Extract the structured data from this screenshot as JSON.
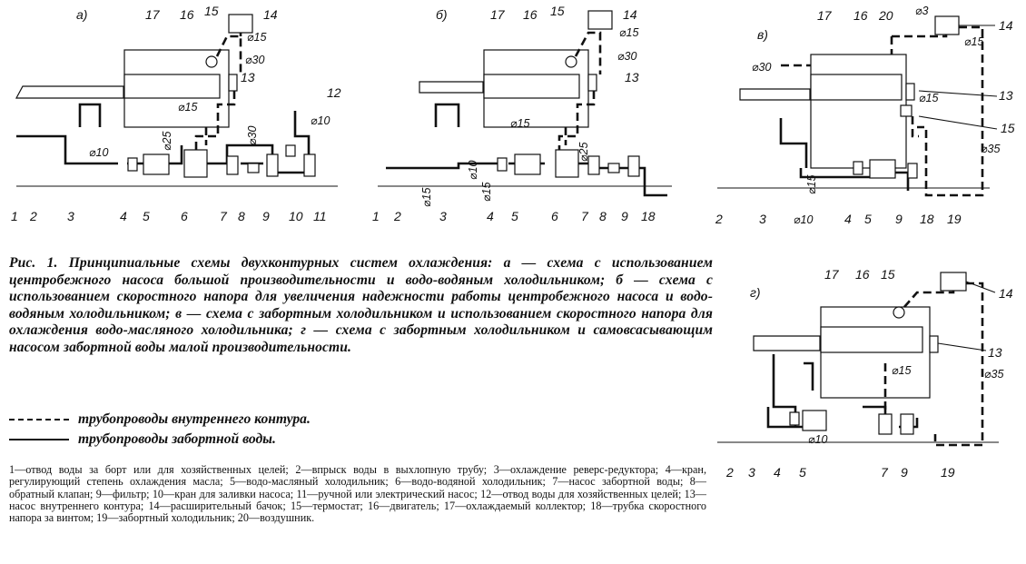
{
  "schemes": {
    "a": {
      "label": "а)",
      "numbers": [
        "1",
        "2",
        "3",
        "4",
        "5",
        "6",
        "7",
        "8",
        "9",
        "10",
        "11",
        "12",
        "13",
        "14",
        "15",
        "16",
        "17"
      ],
      "diameters": [
        "⌀15",
        "⌀30",
        "⌀15",
        "⌀25",
        "⌀10",
        "⌀30",
        "⌀10"
      ]
    },
    "b": {
      "label": "б)",
      "numbers": [
        "1",
        "2",
        "3",
        "4",
        "5",
        "6",
        "7",
        "8",
        "9",
        "18",
        "13",
        "14",
        "15",
        "16",
        "17"
      ],
      "diameters": [
        "⌀15",
        "⌀30",
        "⌀15",
        "⌀25",
        "⌀10",
        "⌀15",
        "⌀15"
      ]
    },
    "c": {
      "label": "в)",
      "numbers": [
        "2",
        "3",
        "4",
        "5",
        "9",
        "18",
        "19",
        "13",
        "14",
        "15",
        "16",
        "17",
        "20"
      ],
      "diameters": [
        "⌀3",
        "⌀15",
        "⌀30",
        "⌀15",
        "⌀35",
        "⌀15",
        "⌀10"
      ]
    },
    "d": {
      "label": "г)",
      "numbers": [
        "2",
        "3",
        "4",
        "5",
        "7",
        "9",
        "19",
        "13",
        "14",
        "15",
        "16",
        "17"
      ],
      "diameters": [
        "⌀15",
        "⌀35",
        "⌀10"
      ]
    }
  },
  "caption": {
    "head": "Рис. 1.",
    "text": "Принципиальные схемы двухконтурных систем охлаждения: а — схема с использованием центробежного насоса большой производительности и водо-водяным холодильником; б — схема с использованием скоростного напора для увеличения надежности работы центробежного насоса и водо-водяным холодильником; в — схема с забортным холодильником и использованием скоростного напора для охлаждения водо-масляного холодильника; г — схема с забортным холодильником и самовсасывающим насосом забортной воды малой производительности."
  },
  "legend": {
    "dashed": "трубопроводы внутреннего контура.",
    "solid": "трубопроводы забортной воды."
  },
  "notes": "1—отвод воды за борт или для хозяйственных целей; 2—впрыск воды в выхлопную трубу; 3—охлаждение реверс-редуктора; 4—кран, регулирующий степень охлаждения масла; 5—водо-масляный холодильник; 6—водо-водяной холодильник; 7—насос забортной воды; 8—обратный клапан; 9—фильтр; 10—кран для заливки насоса; 11—ручной или электрический насос; 12—отвод воды для хозяйственных целей; 13—насос внутреннего контура; 14—расширительный бачок; 15—термостат; 16—двигатель; 17—охлаждаемый коллектор; 18—трубка скоростного напора за винтом; 19—забортный холодильник; 20—воздушник."
}
